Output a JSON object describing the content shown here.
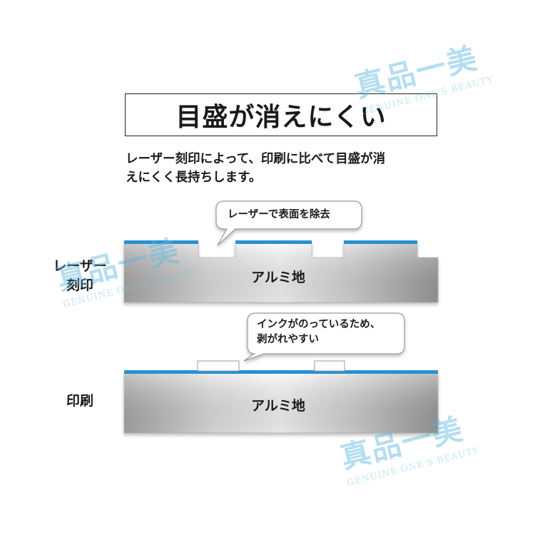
{
  "title": "目盛が消えにくい",
  "description": {
    "line1": "レーザー刻印によって、印刷に比べて目盛が消",
    "line2": "えにくく長持ちします。"
  },
  "laser": {
    "label_line1": "レーザー",
    "label_line2": "刻印",
    "block_label": "アルミ地",
    "callout": "レーザーで表面を除去"
  },
  "print": {
    "label": "印刷",
    "block_label": "アルミ地",
    "callout_line1": "インクがのっているため、",
    "callout_line2": "剥がれやすい"
  },
  "watermark": {
    "title": "真品一美",
    "subtitle": "GENUINE ONE'S BEAUTY"
  },
  "colors": {
    "coating": "#2a90d0",
    "metal_light": "#f4f4f4",
    "metal_dark": "#9a9a9a",
    "watermark": "#5cb7e0"
  }
}
